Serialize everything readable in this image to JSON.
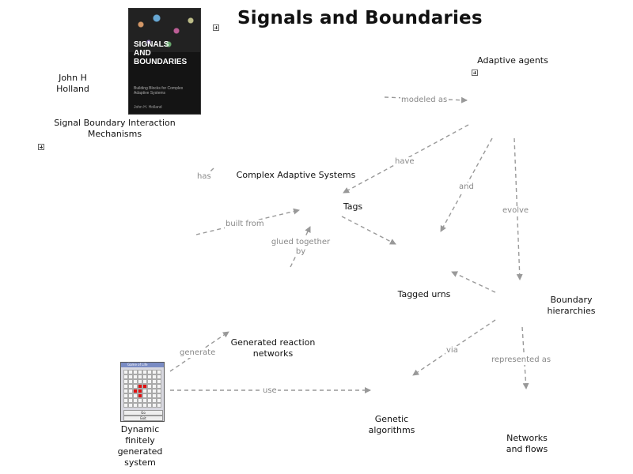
{
  "title": "Signals and Boundaries",
  "book_cover": {
    "title": "SIGNALS AND BOUNDARIES",
    "subtitle": "Building Blocks for Complex Adaptive Systems",
    "author": "John H. Holland"
  },
  "game_window": {
    "title": "Game of Life",
    "alive_cells": [
      [
        3,
        3
      ],
      [
        3,
        4
      ],
      [
        4,
        2
      ],
      [
        4,
        3
      ],
      [
        5,
        3
      ]
    ],
    "buttons": [
      "Go",
      "Exit"
    ]
  },
  "nodes": {
    "author": "John H\nHolland",
    "mechanisms": "Signal Boundary Interaction\nMechanisms",
    "cas": "Complex Adaptive Systems",
    "adaptive_agents": "Adaptive agents",
    "tags": "Tags",
    "tagged_urns": "Tagged urns",
    "boundary_hierarchies": "Boundary\nhierarchies",
    "reaction_networks": "Generated reaction\nnetworks",
    "dfgs": "Dynamic\nfinitely\ngenerated\nsystem",
    "genetic_algorithms": "Genetic\nalgorithms",
    "networks_flows": "Networks\nand flows"
  },
  "links": {
    "modeled_as": "modeled as",
    "has": "has",
    "have": "have",
    "and": "and",
    "evolve": "evolve",
    "built_from": "built from",
    "glued_together_by": "glued together\nby",
    "generate": "generate",
    "via": "via",
    "represented_as": "represented as",
    "use": "use"
  },
  "colors": {
    "edge": "#999999",
    "node_text": "#111111",
    "link_text": "#888888",
    "live_cell": "#e01010"
  }
}
